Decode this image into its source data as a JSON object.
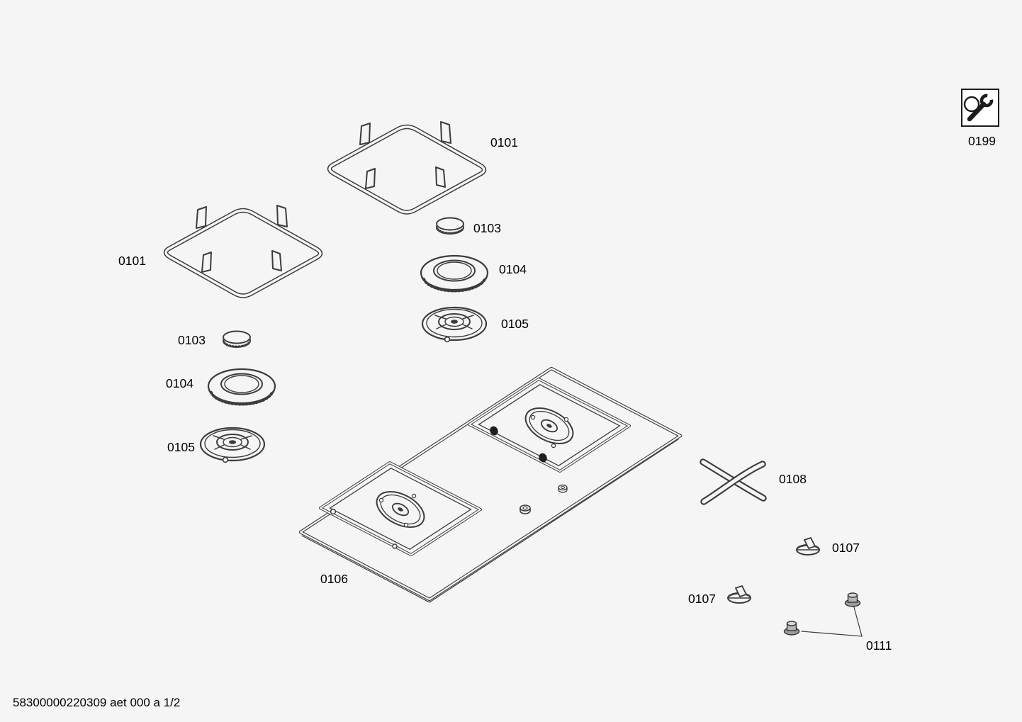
{
  "diagram": {
    "colors": {
      "background": "#f5f5f5",
      "line": "#3c3c3c",
      "label": "#000000"
    },
    "icons": {
      "service": "wrench-icon"
    },
    "footer": "58300000220309 aet 000 a 1/2",
    "labels": {
      "grate_top": "0101",
      "grate_left": "0101",
      "cap_right": "0103",
      "cap_left": "0103",
      "ring_right": "0104",
      "ring_left": "0104",
      "base_right": "0105",
      "base_left": "0105",
      "hob": "0106",
      "knob_right": "0107",
      "knob_left": "0107",
      "cross_support": "0108",
      "feet": "0111",
      "service_icon": "0199"
    }
  }
}
